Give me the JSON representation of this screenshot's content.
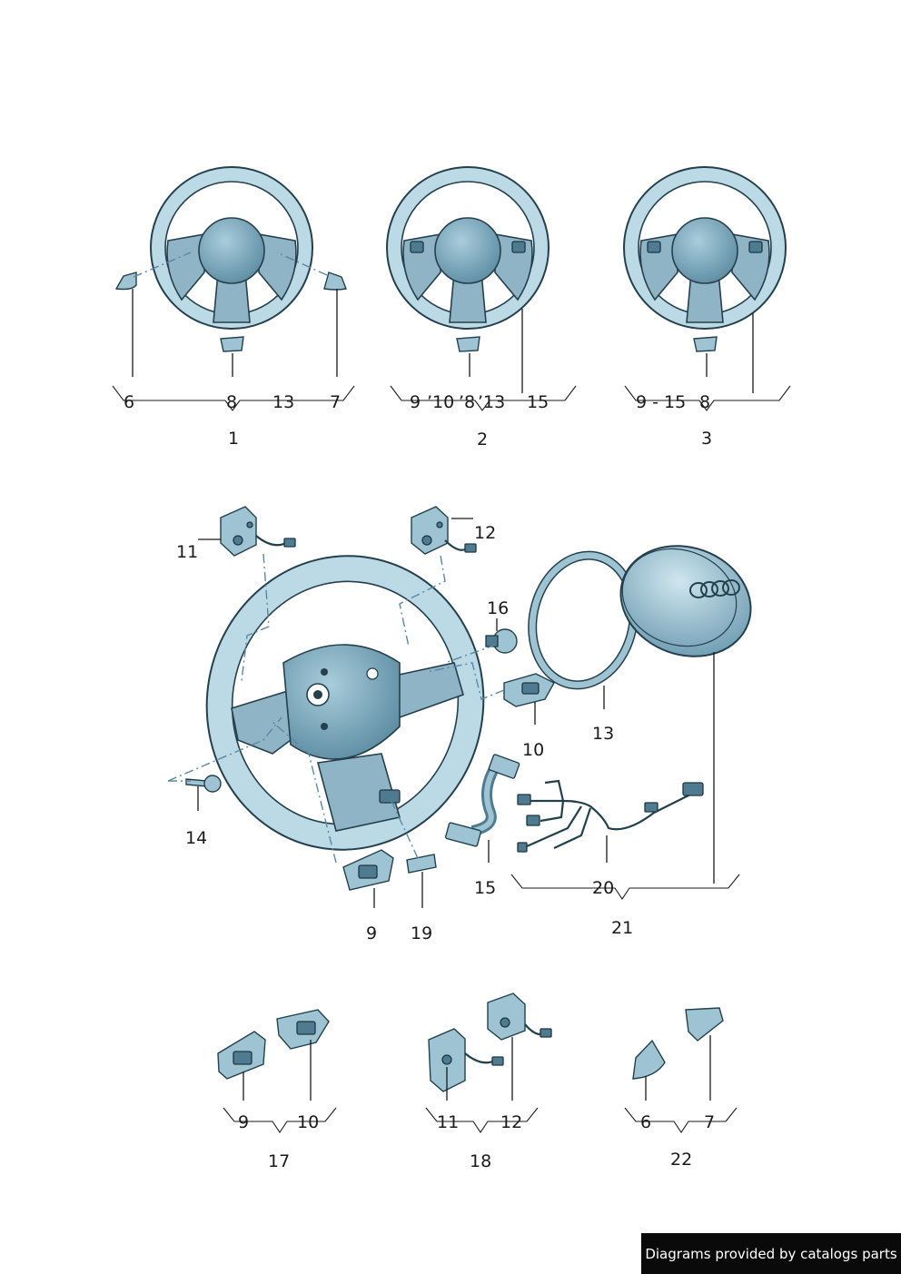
{
  "groups": [
    {
      "id": "1",
      "parts": [
        "6",
        "8",
        "13",
        "7"
      ]
    },
    {
      "id": "2",
      "parts": [
        "9",
        "’10",
        "’8",
        "’13",
        "15"
      ]
    },
    {
      "id": "3",
      "parts": [
        "9 - 15",
        "8"
      ]
    },
    {
      "id": "21",
      "parts": [
        "20"
      ]
    },
    {
      "id": "17",
      "parts": [
        "9",
        "10"
      ]
    },
    {
      "id": "18",
      "parts": [
        "11",
        "12"
      ]
    },
    {
      "id": "22",
      "parts": [
        "6",
        "7"
      ]
    }
  ],
  "exploded_labels": [
    "11",
    "12",
    "16",
    "10",
    "13",
    "14",
    "15",
    "9",
    "19"
  ],
  "watermark": "Diagrams provided by catalogs parts",
  "colors": {
    "part_fill": "#bcd9e6",
    "outline": "#24404d",
    "dash_line": "#5a88a3"
  }
}
